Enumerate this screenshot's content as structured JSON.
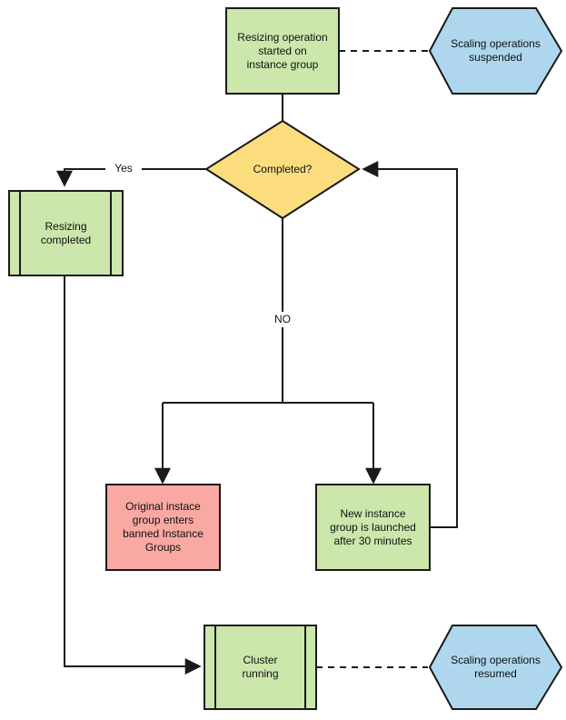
{
  "diagram": {
    "type": "flowchart",
    "background": "#ffffff",
    "stroke_color": "#1a1a1a",
    "nodes": {
      "resizing_started": {
        "shape": "process",
        "fill": "#cbe7ac",
        "label": "Resizing operation started on instance group",
        "lines": [
          "Resizing operation",
          "started on",
          "instance group"
        ]
      },
      "scaling_suspended": {
        "shape": "hexagon",
        "fill": "#aed7ed",
        "label": "Scaling operations suspended",
        "lines": [
          "Scaling operations",
          "suspended"
        ]
      },
      "completed": {
        "shape": "decision",
        "fill": "#fcdd7e",
        "label": "Completed?",
        "lines": [
          "Completed?"
        ]
      },
      "resizing_completed": {
        "shape": "predefined-process",
        "fill": "#cbe7ac",
        "label": "Resizing completed",
        "lines": [
          "Resizing",
          "completed"
        ]
      },
      "banned_instance_group": {
        "shape": "process",
        "fill": "#f9a8a2",
        "label": "Original instace group enters banned Instance Groups",
        "lines": [
          "Original instace",
          "group enters",
          "banned Instance",
          "Groups"
        ]
      },
      "new_instance_group": {
        "shape": "process",
        "fill": "#cbe7ac",
        "label": "New instance group is launched after 30 minutes",
        "lines": [
          "New instance",
          "group is launched",
          "after 30 minutes"
        ]
      },
      "cluster_running": {
        "shape": "predefined-process",
        "fill": "#cbe7ac",
        "label": "Cluster running",
        "lines": [
          "Cluster",
          "running"
        ]
      },
      "scaling_resumed": {
        "shape": "hexagon",
        "fill": "#aed7ed",
        "label": "Scaling operations resumed",
        "lines": [
          "Scaling operations",
          "resumed"
        ]
      }
    },
    "edge_labels": {
      "yes": "Yes",
      "no": "NO"
    }
  }
}
